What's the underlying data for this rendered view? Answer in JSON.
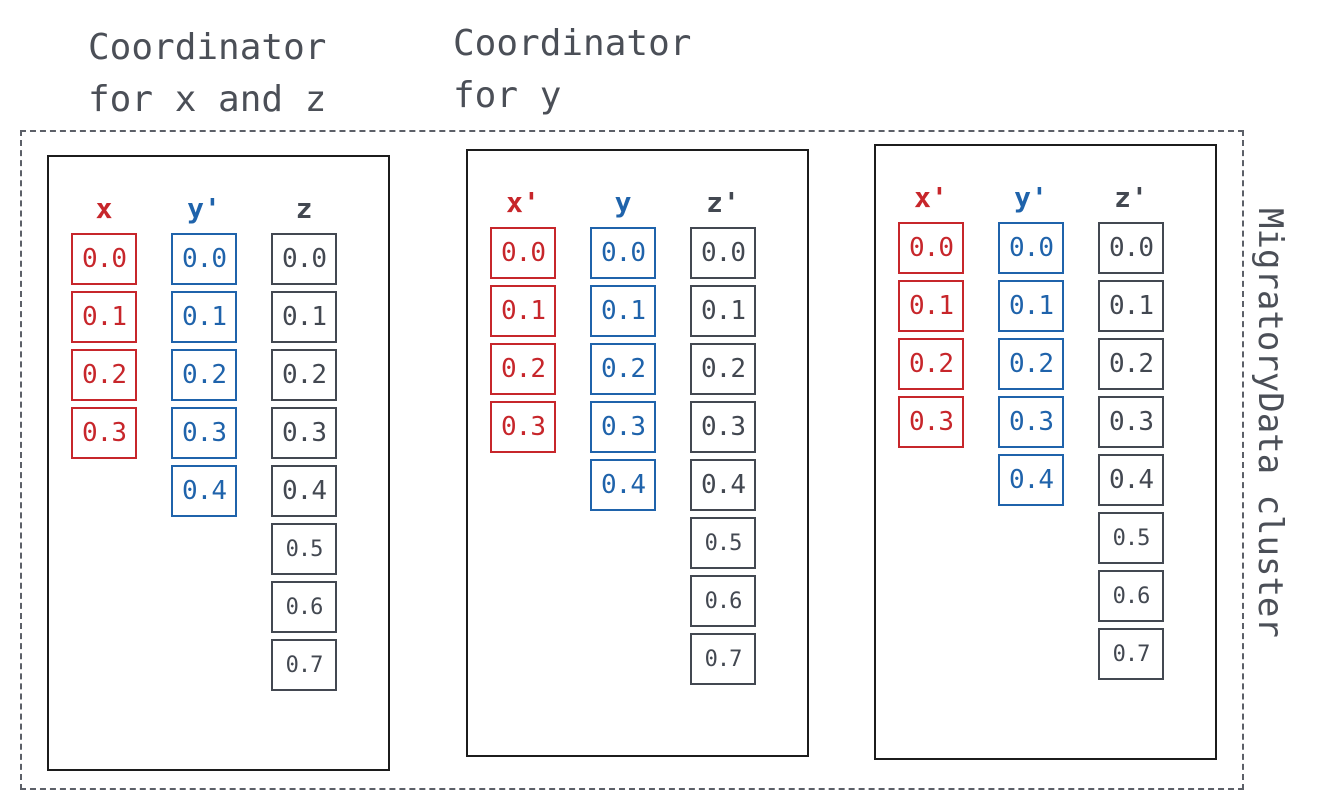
{
  "coordinators": [
    {
      "line1": "Coordinator",
      "line2": "for x and z"
    },
    {
      "line1": "Coordinator",
      "line2": "for y"
    }
  ],
  "cluster_label": "MigratoryData cluster",
  "colors": {
    "x": "#c7262b",
    "y": "#1f63ab",
    "z": "#434851",
    "dashed_border": "#5c6068",
    "node_border": "#1c1c1c"
  },
  "nodes": [
    {
      "columns": [
        {
          "header": "x",
          "cells": [
            "0.0",
            "0.1",
            "0.2",
            "0.3"
          ]
        },
        {
          "header": "y'",
          "cells": [
            "0.0",
            "0.1",
            "0.2",
            "0.3",
            "0.4"
          ]
        },
        {
          "header": "z",
          "cells": [
            "0.0",
            "0.1",
            "0.2",
            "0.3",
            "0.4",
            "0.5",
            "0.6",
            "0.7"
          ]
        }
      ]
    },
    {
      "columns": [
        {
          "header": "x'",
          "cells": [
            "0.0",
            "0.1",
            "0.2",
            "0.3"
          ]
        },
        {
          "header": "y",
          "cells": [
            "0.0",
            "0.1",
            "0.2",
            "0.3",
            "0.4"
          ]
        },
        {
          "header": "z'",
          "cells": [
            "0.0",
            "0.1",
            "0.2",
            "0.3",
            "0.4",
            "0.5",
            "0.6",
            "0.7"
          ]
        }
      ]
    },
    {
      "columns": [
        {
          "header": "x'",
          "cells": [
            "0.0",
            "0.1",
            "0.2",
            "0.3"
          ]
        },
        {
          "header": "y'",
          "cells": [
            "0.0",
            "0.1",
            "0.2",
            "0.3",
            "0.4"
          ]
        },
        {
          "header": "z'",
          "cells": [
            "0.0",
            "0.1",
            "0.2",
            "0.3",
            "0.4",
            "0.5",
            "0.6",
            "0.7"
          ]
        }
      ]
    }
  ]
}
